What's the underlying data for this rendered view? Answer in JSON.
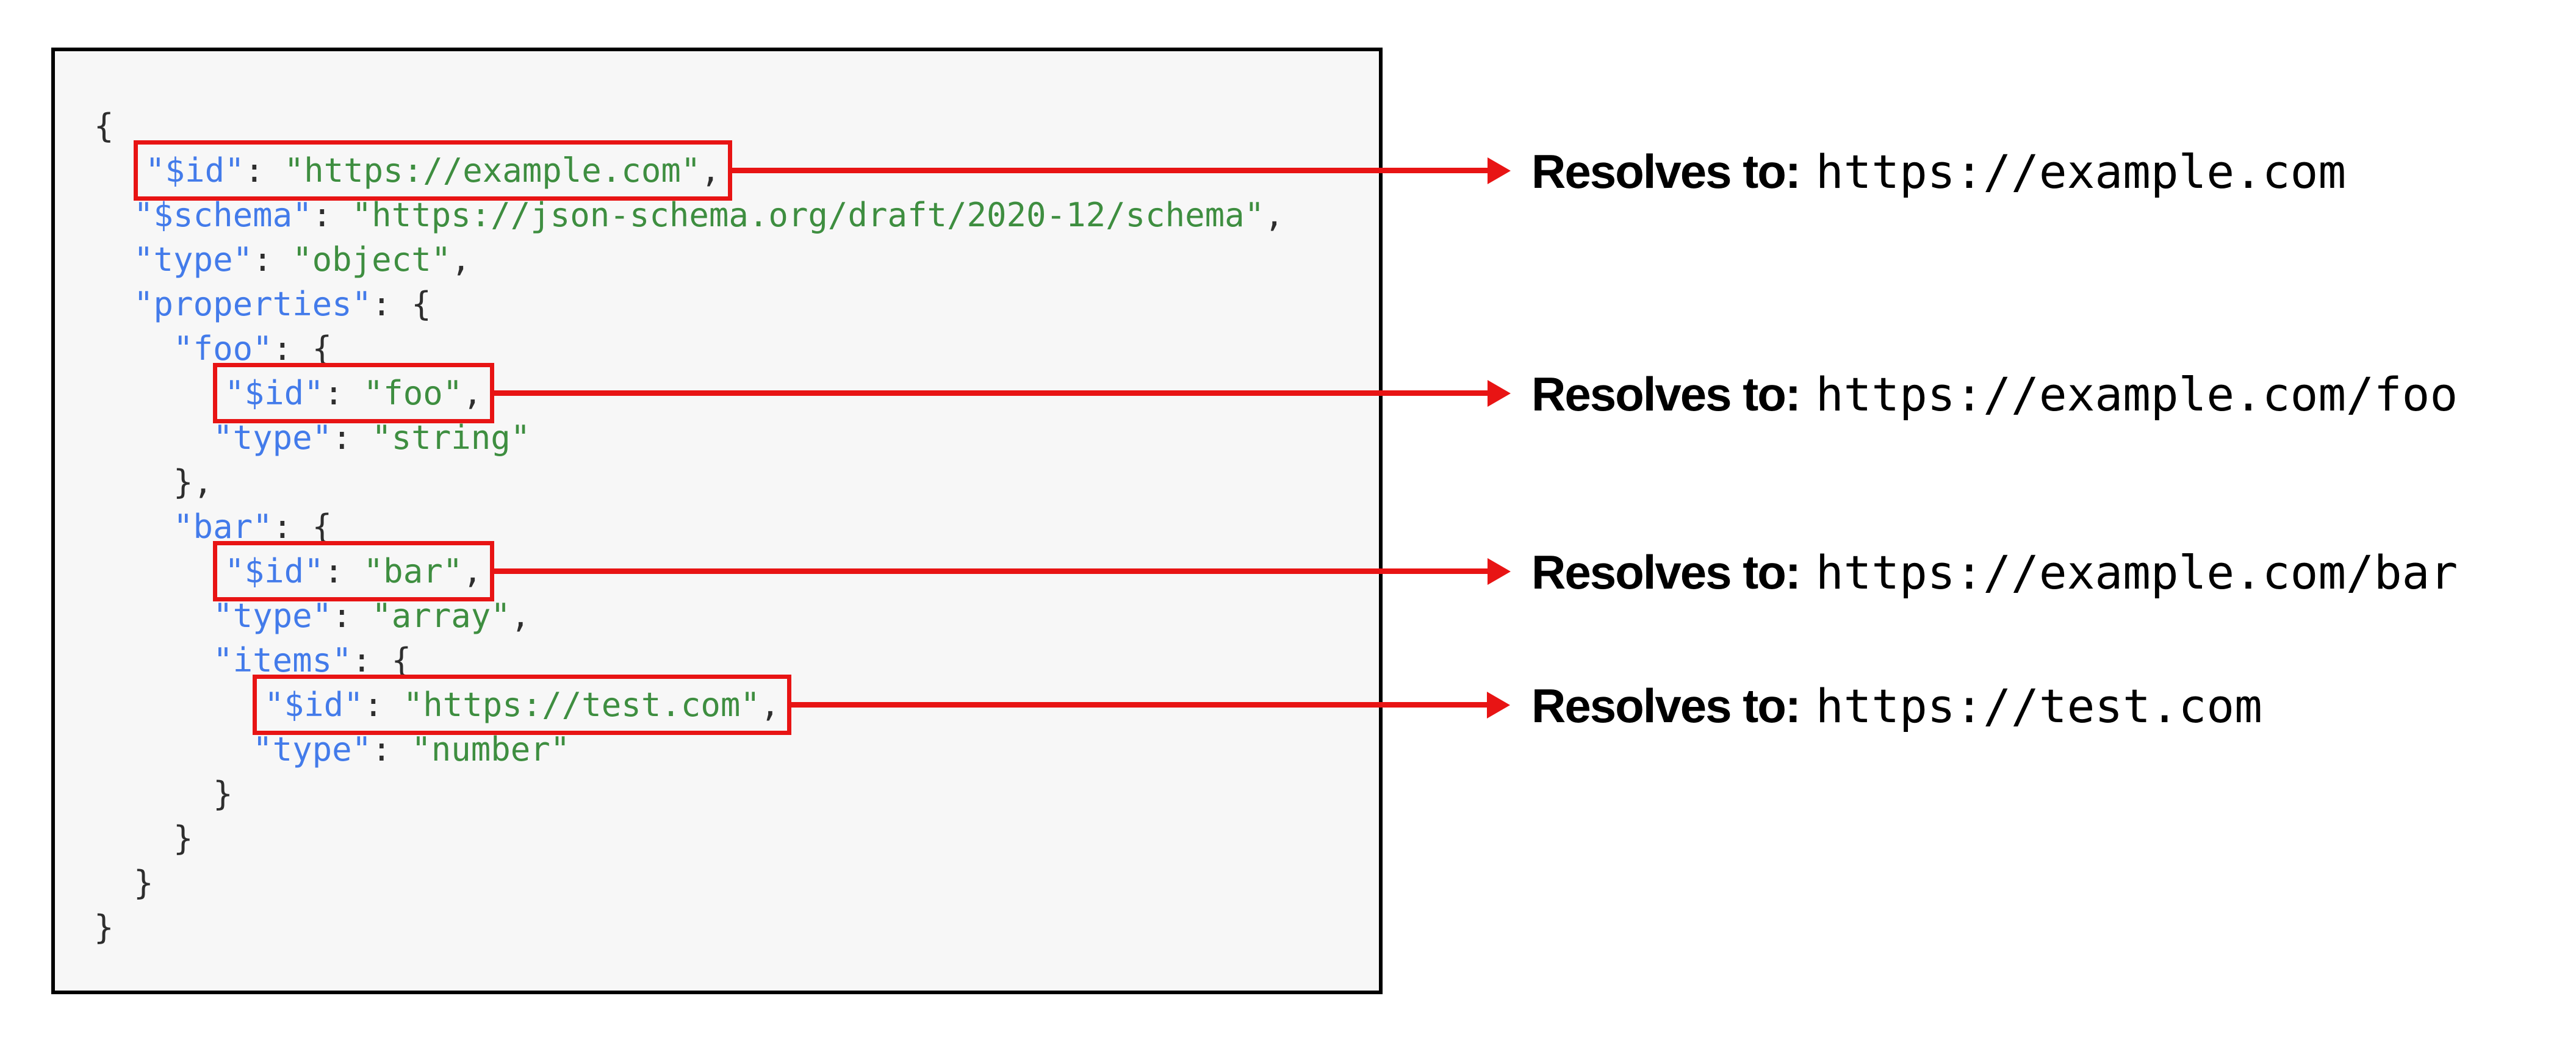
{
  "colors": {
    "page_bg": "#ffffff",
    "panel_bg": "#f7f7f7",
    "panel_border": "#000000",
    "key_blue": "#437bea",
    "string_green": "#3e8e40",
    "punctuation": "#2e2e2e",
    "highlight_red": "#e81414"
  },
  "code_panel": {
    "language": "json",
    "lines": [
      {
        "indent": 0,
        "tokens": [
          [
            "p",
            "{"
          ]
        ]
      },
      {
        "indent": 2,
        "boxed": true,
        "arrow": 0,
        "tokens": [
          [
            "k",
            "\"$id\""
          ],
          [
            "p",
            ": "
          ],
          [
            "s",
            "\"https://example.com\""
          ],
          [
            "p",
            ","
          ]
        ]
      },
      {
        "indent": 2,
        "tokens": [
          [
            "k",
            "\"$schema\""
          ],
          [
            "p",
            ": "
          ],
          [
            "s",
            "\"https://json-schema.org/draft/2020-12/schema\""
          ],
          [
            "p",
            ","
          ]
        ]
      },
      {
        "indent": 2,
        "tokens": [
          [
            "k",
            "\"type\""
          ],
          [
            "p",
            ": "
          ],
          [
            "s",
            "\"object\""
          ],
          [
            "p",
            ","
          ]
        ]
      },
      {
        "indent": 2,
        "tokens": [
          [
            "k",
            "\"properties\""
          ],
          [
            "p",
            ": {"
          ]
        ]
      },
      {
        "indent": 4,
        "tokens": [
          [
            "k",
            "\"foo\""
          ],
          [
            "p",
            ": {"
          ]
        ]
      },
      {
        "indent": 6,
        "boxed": true,
        "arrow": 1,
        "tokens": [
          [
            "k",
            "\"$id\""
          ],
          [
            "p",
            ": "
          ],
          [
            "s",
            "\"foo\""
          ],
          [
            "p",
            ","
          ]
        ]
      },
      {
        "indent": 6,
        "tokens": [
          [
            "k",
            "\"type\""
          ],
          [
            "p",
            ": "
          ],
          [
            "s",
            "\"string\""
          ]
        ]
      },
      {
        "indent": 4,
        "tokens": [
          [
            "p",
            "},"
          ]
        ]
      },
      {
        "indent": 4,
        "tokens": [
          [
            "k",
            "\"bar\""
          ],
          [
            "p",
            ": {"
          ]
        ]
      },
      {
        "indent": 6,
        "boxed": true,
        "arrow": 2,
        "tokens": [
          [
            "k",
            "\"$id\""
          ],
          [
            "p",
            ": "
          ],
          [
            "s",
            "\"bar\""
          ],
          [
            "p",
            ","
          ]
        ]
      },
      {
        "indent": 6,
        "tokens": [
          [
            "k",
            "\"type\""
          ],
          [
            "p",
            ": "
          ],
          [
            "s",
            "\"array\""
          ],
          [
            "p",
            ","
          ]
        ]
      },
      {
        "indent": 6,
        "tokens": [
          [
            "k",
            "\"items\""
          ],
          [
            "p",
            ": {"
          ]
        ]
      },
      {
        "indent": 8,
        "boxed": true,
        "arrow": 3,
        "tokens": [
          [
            "k",
            "\"$id\""
          ],
          [
            "p",
            ": "
          ],
          [
            "s",
            "\"https://test.com\""
          ],
          [
            "p",
            ","
          ]
        ]
      },
      {
        "indent": 8,
        "tokens": [
          [
            "k",
            "\"type\""
          ],
          [
            "p",
            ": "
          ],
          [
            "s",
            "\"number\""
          ]
        ]
      },
      {
        "indent": 6,
        "tokens": [
          [
            "p",
            "}"
          ]
        ]
      },
      {
        "indent": 4,
        "tokens": [
          [
            "p",
            "}"
          ]
        ]
      },
      {
        "indent": 2,
        "tokens": [
          [
            "p",
            "}"
          ]
        ]
      },
      {
        "indent": 0,
        "tokens": [
          [
            "p",
            "}"
          ]
        ]
      }
    ]
  },
  "annotations": [
    {
      "label": "Resolves to:",
      "url": "https://example.com"
    },
    {
      "label": "Resolves to:",
      "url": "https://example.com/foo"
    },
    {
      "label": "Resolves to:",
      "url": "https://example.com/bar"
    },
    {
      "label": "Resolves to:",
      "url": "https://test.com"
    }
  ]
}
